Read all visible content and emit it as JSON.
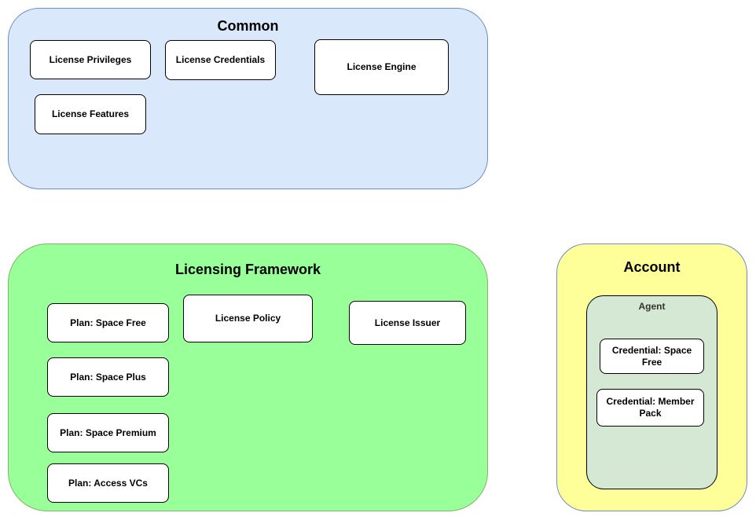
{
  "groups": {
    "common": {
      "title": "Common",
      "color": "#dae8fc",
      "border": "#6c8ebf",
      "nodes": {
        "privileges": "License Privileges",
        "credentials": "License Credentials",
        "engine": "License Engine",
        "features": "License Features"
      }
    },
    "framework": {
      "title": "Licensing Framework",
      "color": "#99ff99",
      "border": "#82b366",
      "nodes": {
        "space_free": "Plan: Space Free",
        "policy": "License Policy",
        "issuer": "License Issuer",
        "space_plus": "Plan: Space Plus",
        "space_premium": "Plan: Space Premium",
        "access_vcs": "Plan: Access VCs"
      }
    },
    "account": {
      "title": "Account",
      "color": "#ffff99",
      "border": "#6c8ebf",
      "agent": {
        "title": "Agent",
        "color": "#d5e8d4",
        "nodes": {
          "credential_space_free": "Credential: Space Free",
          "credential_member_pack": "Credential: Member Pack"
        }
      }
    }
  }
}
